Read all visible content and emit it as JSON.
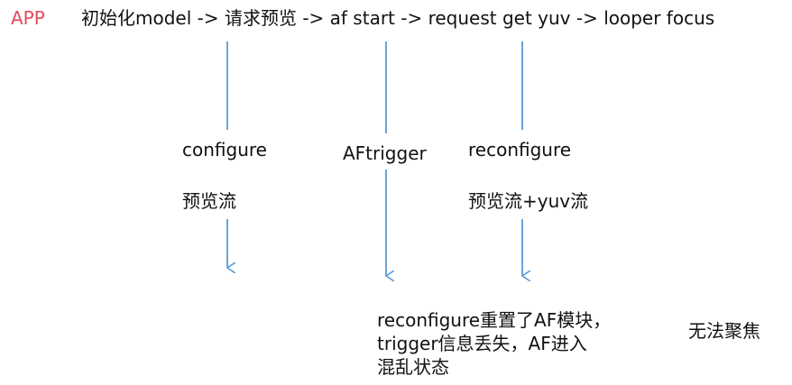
{
  "header": {
    "app_label": "APP",
    "flow": "初始化model ->  请求预览 -> af start  -> request get yuv  -> looper focus"
  },
  "branches": {
    "configure": {
      "label": "configure",
      "stream": "预览流"
    },
    "af_trigger": {
      "label": "AFtrigger"
    },
    "reconfigure": {
      "label": "reconfigure",
      "stream": "预览流+yuv流"
    }
  },
  "result": {
    "lines": [
      "reconfigure重置了AF模块，",
      "trigger信息丢失，AF进入",
      "混乱状态"
    ],
    "outcome": "无法聚焦"
  },
  "colors": {
    "app_label": "#e34a5e",
    "arrow": "#5a9bd5",
    "text": "#111111"
  }
}
